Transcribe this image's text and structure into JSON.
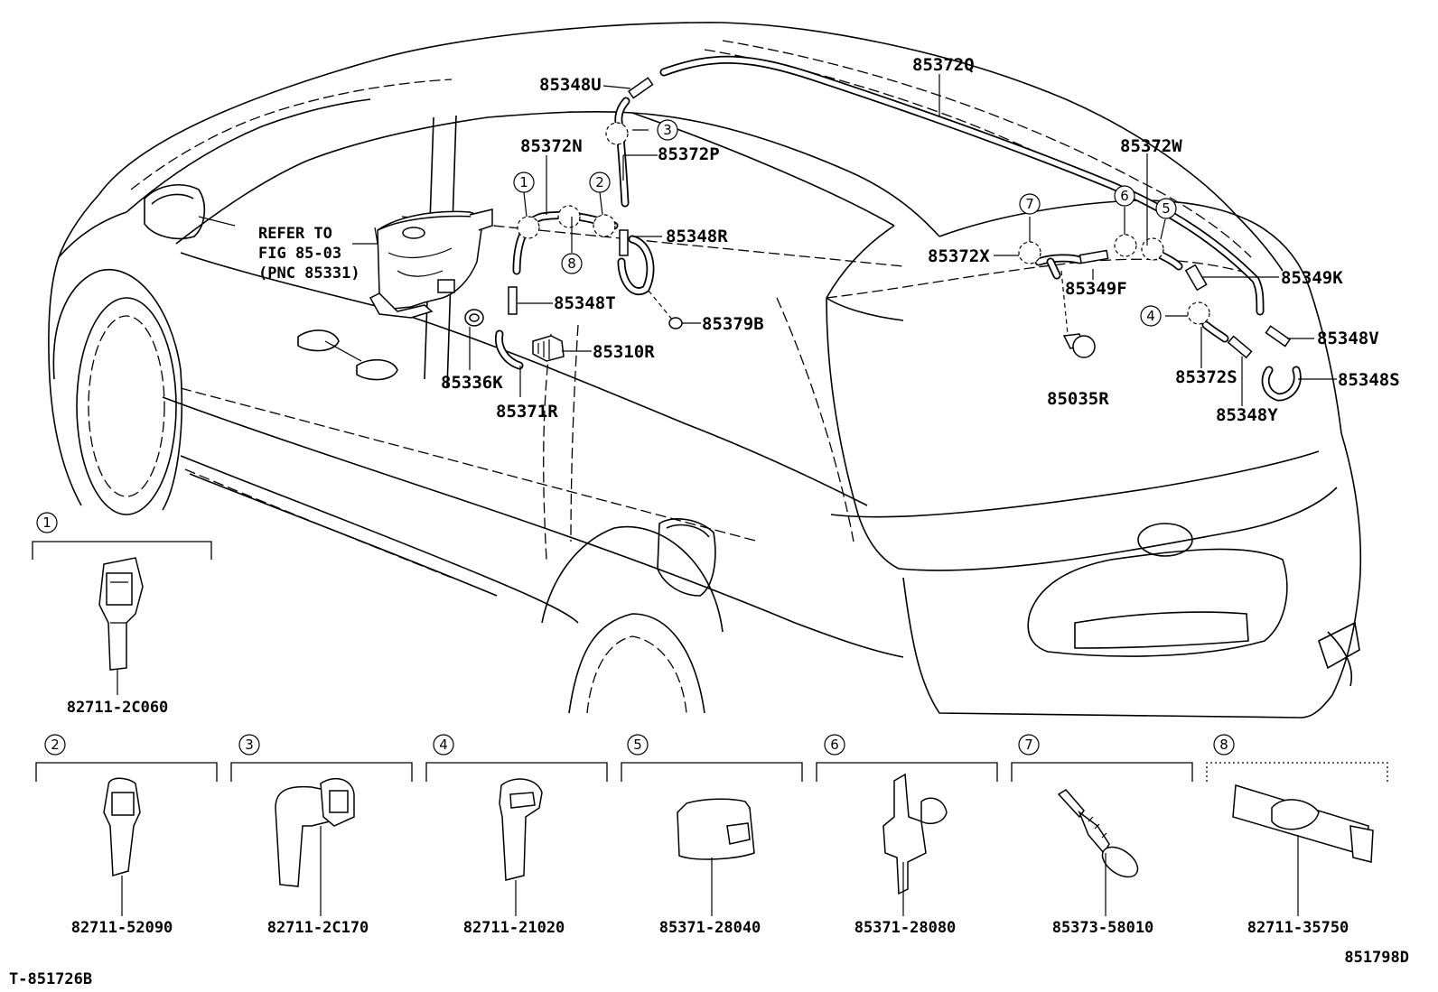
{
  "refer_note": {
    "line1": "REFER TO",
    "line2": "FIG 85-03",
    "line3": "(PNC 85331)"
  },
  "part_labels": {
    "p85372Q": "85372Q",
    "p85348U": "85348U",
    "p85372N": "85372N",
    "p85372P": "85372P",
    "p85348R": "85348R",
    "p85348T": "85348T",
    "p85379B": "85379B",
    "p85310R": "85310R",
    "p85336K": "85336K",
    "p85371R": "85371R",
    "p85372W": "85372W",
    "p85372X": "85372X",
    "p85349F": "85349F",
    "p85349K": "85349K",
    "p85035R": "85035R",
    "p85348V": "85348V",
    "p85372S": "85372S",
    "p85348S": "85348S",
    "p85348Y": "85348Y"
  },
  "callout_numbers": [
    "1",
    "2",
    "3",
    "4",
    "5",
    "6",
    "7",
    "8"
  ],
  "detail_parts": [
    {
      "index": "1",
      "part_number": "82711-2C060"
    },
    {
      "index": "2",
      "part_number": "82711-52090"
    },
    {
      "index": "3",
      "part_number": "82711-2C170"
    },
    {
      "index": "4",
      "part_number": "82711-21020"
    },
    {
      "index": "5",
      "part_number": "85371-28040"
    },
    {
      "index": "6",
      "part_number": "85371-28080"
    },
    {
      "index": "7",
      "part_number": "85373-58010"
    },
    {
      "index": "8",
      "part_number": "82711-35750"
    }
  ],
  "footer": {
    "left_code": "T-851726B",
    "right_code": "851798D"
  }
}
